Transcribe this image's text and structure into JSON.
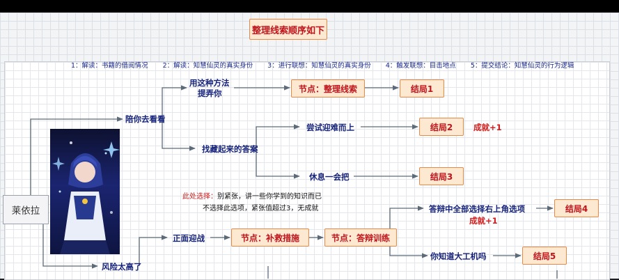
{
  "title": "整理线索顺序如下",
  "steps": [
    "1：解读：书籍的借阅情况",
    "2：解读：知慧仙灵的真实身份",
    "3：进行联想：知慧仙灵的真实身份",
    "4：触发联想：目击地点",
    "5：提交结论：知慧仙灵的行为逻辑"
  ],
  "root": "莱依拉",
  "branches": {
    "accompany": "陪你去看看",
    "method_line1": "用这种方法",
    "method_line2": "提弄你",
    "hidden_answer": "找藏起来的答案",
    "try_hard": "尝试迎难而上",
    "rest": "休息一会把",
    "face": "正面迎战",
    "too_risky": "风险太高了",
    "answer_all": "答辩中全部选择右上角选项",
    "ai": "你知道大工机吗"
  },
  "nodes": {
    "organize": "节点：整理线索",
    "rescue": "节点：补救措施",
    "defense": "节点：答辩训练"
  },
  "endings": {
    "e1": "结局1",
    "e2": "结局2",
    "e3": "结局3",
    "e4": "结局4",
    "e5": "结局5"
  },
  "achievements": {
    "a1": "成就+1",
    "a2": "成就+1"
  },
  "note": {
    "label": "此处选择：",
    "line1": "别紧张，讲一些你学到的知识而已",
    "line2": "不选择此选项，紧张值超过3，无成就"
  },
  "colors": {
    "box_fill": "#fde8d2",
    "box_border": "#e68a4a",
    "box_text": "#c0141b",
    "label_text": "#16237a",
    "achievement_text": "#d21a1a",
    "line": "#5d6b78"
  }
}
